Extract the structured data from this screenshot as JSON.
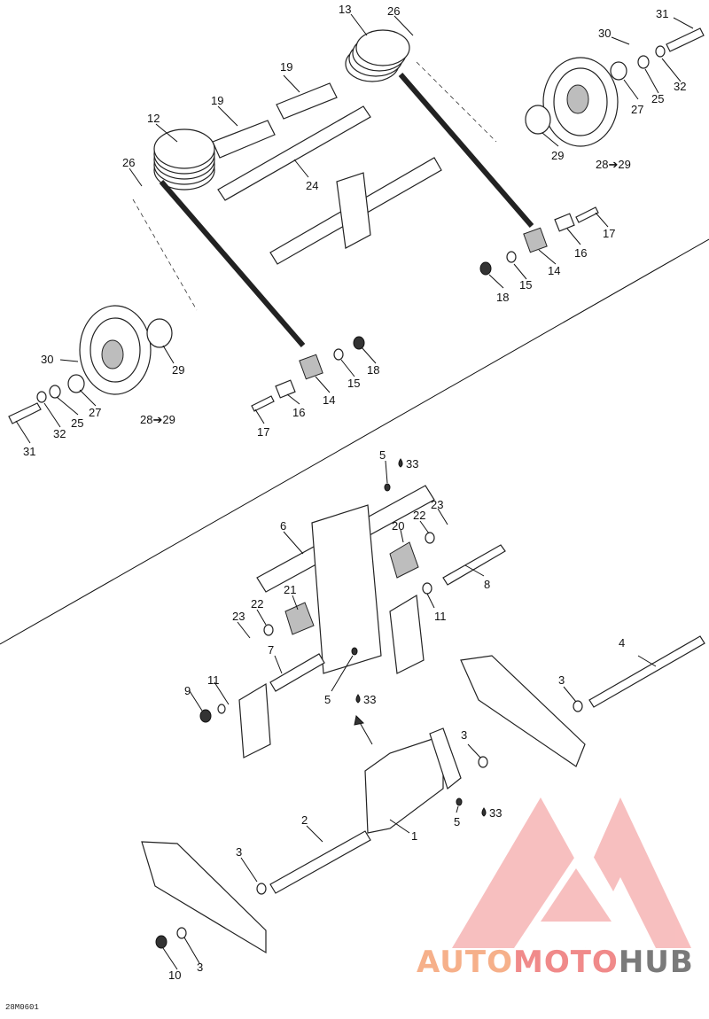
{
  "diagram": {
    "drawing_code": "28M0601",
    "watermark": {
      "text_part1": "AUTO",
      "text_part2": "MOTO",
      "text_part3": "HUB",
      "logo_color": "#f28b8b",
      "text_color_1": "#f6b08a",
      "text_color_2": "#f08a8a",
      "text_color_3": "#7a7a7a"
    },
    "callouts": [
      {
        "id": "c13",
        "label": "13"
      },
      {
        "id": "c26a",
        "label": "26"
      },
      {
        "id": "c31a",
        "label": "31"
      },
      {
        "id": "c30a",
        "label": "30"
      },
      {
        "id": "c19a",
        "label": "19"
      },
      {
        "id": "c19b",
        "label": "19"
      },
      {
        "id": "c12",
        "label": "12"
      },
      {
        "id": "c26b",
        "label": "26"
      },
      {
        "id": "c24",
        "label": "24"
      },
      {
        "id": "c27a",
        "label": "27"
      },
      {
        "id": "c25a",
        "label": "25"
      },
      {
        "id": "c32a",
        "label": "32"
      },
      {
        "id": "c29a",
        "label": "29"
      },
      {
        "id": "c2829a",
        "label": "28➔29"
      },
      {
        "id": "c17a",
        "label": "17"
      },
      {
        "id": "c16a",
        "label": "16"
      },
      {
        "id": "c14a",
        "label": "14"
      },
      {
        "id": "c15a",
        "label": "15"
      },
      {
        "id": "c18a",
        "label": "18"
      },
      {
        "id": "c30b",
        "label": "30"
      },
      {
        "id": "c29b",
        "label": "29"
      },
      {
        "id": "c18b",
        "label": "18"
      },
      {
        "id": "c15b",
        "label": "15"
      },
      {
        "id": "c27b",
        "label": "27"
      },
      {
        "id": "c32b",
        "label": "32"
      },
      {
        "id": "c25b",
        "label": "25"
      },
      {
        "id": "c14b",
        "label": "14"
      },
      {
        "id": "c16b",
        "label": "16"
      },
      {
        "id": "c2829b",
        "label": "28➔29"
      },
      {
        "id": "c31b",
        "label": "31"
      },
      {
        "id": "c17b",
        "label": "17"
      },
      {
        "id": "c5a",
        "label": "5"
      },
      {
        "id": "c33a",
        "label": "33"
      },
      {
        "id": "c6",
        "label": "6"
      },
      {
        "id": "c23a",
        "label": "23"
      },
      {
        "id": "c22a",
        "label": "22"
      },
      {
        "id": "c20",
        "label": "20"
      },
      {
        "id": "c8",
        "label": "8"
      },
      {
        "id": "c21",
        "label": "21"
      },
      {
        "id": "c11a",
        "label": "11"
      },
      {
        "id": "c23b",
        "label": "23"
      },
      {
        "id": "c22b",
        "label": "22"
      },
      {
        "id": "c7",
        "label": "7"
      },
      {
        "id": "c4",
        "label": "4"
      },
      {
        "id": "c9",
        "label": "9"
      },
      {
        "id": "c11b",
        "label": "11"
      },
      {
        "id": "c5b",
        "label": "5"
      },
      {
        "id": "c33b",
        "label": "33"
      },
      {
        "id": "c3a",
        "label": "3"
      },
      {
        "id": "c3b",
        "label": "3"
      },
      {
        "id": "c33c",
        "label": "33"
      },
      {
        "id": "c5c",
        "label": "5"
      },
      {
        "id": "c1",
        "label": "1"
      },
      {
        "id": "c2",
        "label": "2"
      },
      {
        "id": "c3c",
        "label": "3"
      },
      {
        "id": "c10",
        "label": "10"
      },
      {
        "id": "c3d",
        "label": "3"
      }
    ]
  }
}
